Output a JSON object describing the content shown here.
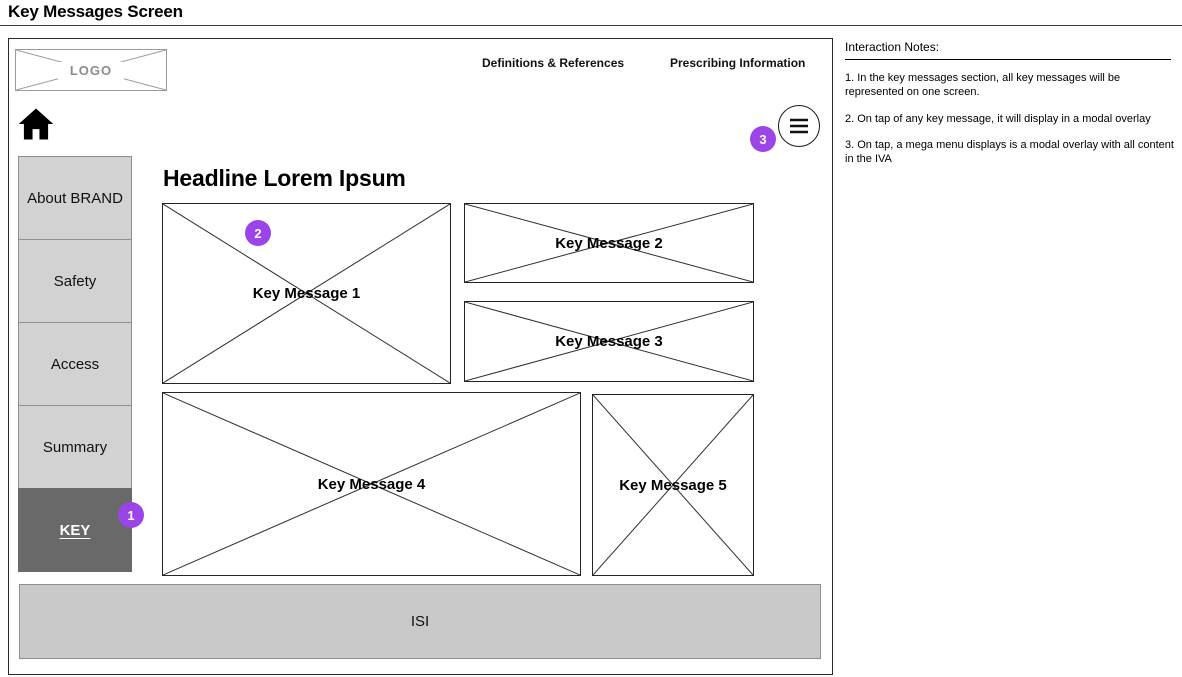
{
  "page": {
    "title": "Key Messages Screen"
  },
  "wireframe": {
    "logo_label": "LOGO",
    "nav": {
      "links": [
        "Definitions & References",
        "Prescribing Information"
      ]
    },
    "sidebar": {
      "items": [
        {
          "label": "About BRAND",
          "active": false
        },
        {
          "label": "Safety",
          "active": false
        },
        {
          "label": "Access",
          "active": false
        },
        {
          "label": "Summary",
          "active": false
        },
        {
          "label": "KEY",
          "active": true
        }
      ]
    },
    "headline": "Headline Lorem Ipsum",
    "key_messages": [
      "Key Message 1",
      "Key Message 2",
      "Key Message 3",
      "Key Message 4",
      "Key Message 5"
    ],
    "isi_label": "ISI"
  },
  "annotations": {
    "badges": [
      "1",
      "2",
      "3"
    ]
  },
  "notes": {
    "title": "Interaction Notes:",
    "items": [
      "1. In the key messages section, all key messages will be represented on one screen.",
      "2. On tap of any key message, it will display in a modal overlay",
      "3. On tap, a mega menu displays is a modal overlay with all content in the IVA"
    ]
  },
  "colors": {
    "annotation_purple": "#9B45E8",
    "sidebar_gray": "#D2D2D2",
    "sidebar_active_gray": "#696969",
    "isi_gray": "#C9C9C9"
  }
}
